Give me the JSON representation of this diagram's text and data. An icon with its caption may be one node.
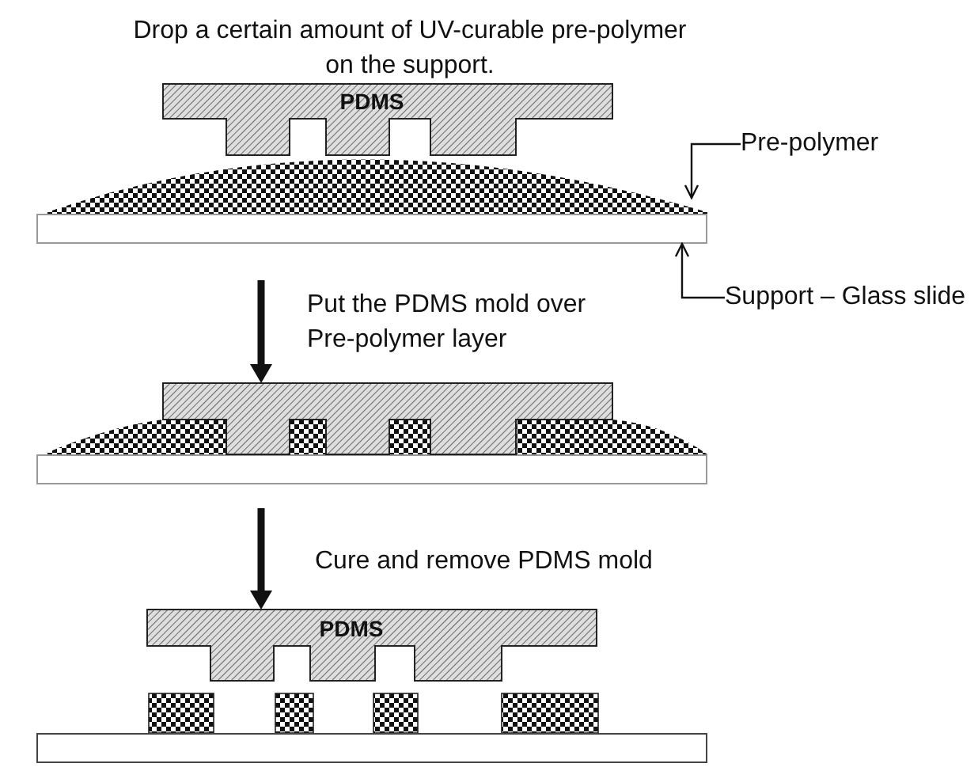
{
  "diagram": {
    "nodes": [
      {
        "text": [
          "PDMS"
        ]
      },
      {
        "text": [],
        "shape": "dome"
      },
      {
        "text": [],
        "shape": "bar"
      },
      {
        "text": [
          "Pre-polymer"
        ]
      },
      {
        "text": [
          "Support – Glass slide"
        ]
      },
      {
        "text": [],
        "shape": "box"
      },
      {
        "text": [],
        "shape": "band"
      },
      {
        "text": [],
        "shape": "bar"
      },
      {
        "text": [
          "PDMS"
        ]
      },
      {
        "text": [],
        "shape": "bar"
      }
    ],
    "edges": [
      {
        "from": 3,
        "to": 1,
        "arrow": "to"
      },
      {
        "from": 4,
        "to": 2,
        "arrow": "to"
      },
      {
        "from": null,
        "to": 5,
        "arrow": "to",
        "label": "Put the PDMS mold over Pre-polymer layer",
        "style": "thick"
      },
      {
        "from": null,
        "to": 8,
        "arrow": "to",
        "label": "Cure and remove PDMS mold",
        "style": "thick"
      }
    ],
    "labels": [
      "Drop a certain amount of UV-curable pre-polymer on the support."
    ]
  }
}
